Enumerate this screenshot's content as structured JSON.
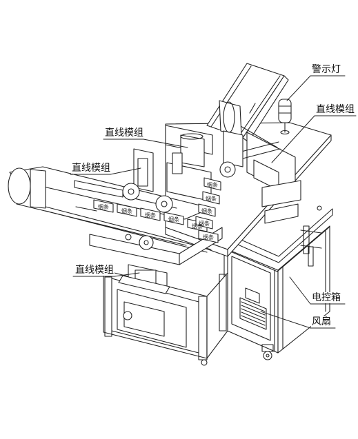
{
  "callouts": {
    "alarm_light": "警示灯",
    "linear_module_top_right": "直线模组",
    "linear_module_top_left": "直线模组",
    "linear_module_left": "直线模组",
    "linear_module_bottom": "直线模组",
    "electric_control_box": "电控箱",
    "fan": "风扇"
  },
  "packs": {
    "label": "烟条"
  }
}
